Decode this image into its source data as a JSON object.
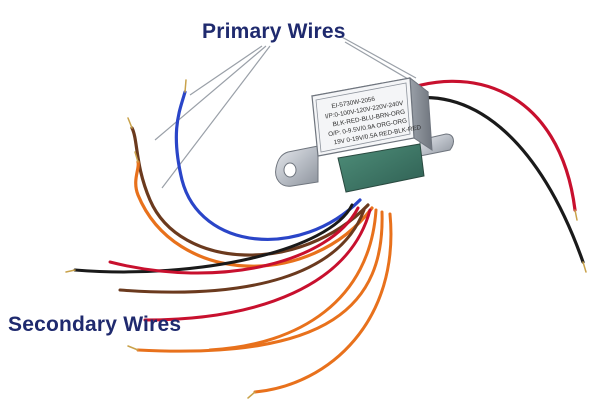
{
  "captions": {
    "primary": "Primary Wires",
    "secondary": "Secondary Wires"
  },
  "transformer_label": {
    "lines": [
      "EI-5730W-2056",
      "I/P:0-100V-120V-220V-240V",
      "BLK-RED-BLU-BRN-ORG",
      "O/P: 0-9.5V/0.9A        ORG-ORG",
      "19V 0-19V/0.5A       RED-BLK-RED"
    ]
  },
  "colors": {
    "caption_text": "#1f2a6e",
    "leader_line": "#9aa0a8",
    "wire_black": "#1a1a1a",
    "wire_red": "#c8102e",
    "wire_blue": "#2a45c8",
    "wire_brown": "#6b3a1e",
    "wire_orange": "#e8711c",
    "steel": "#c9cdd3"
  }
}
